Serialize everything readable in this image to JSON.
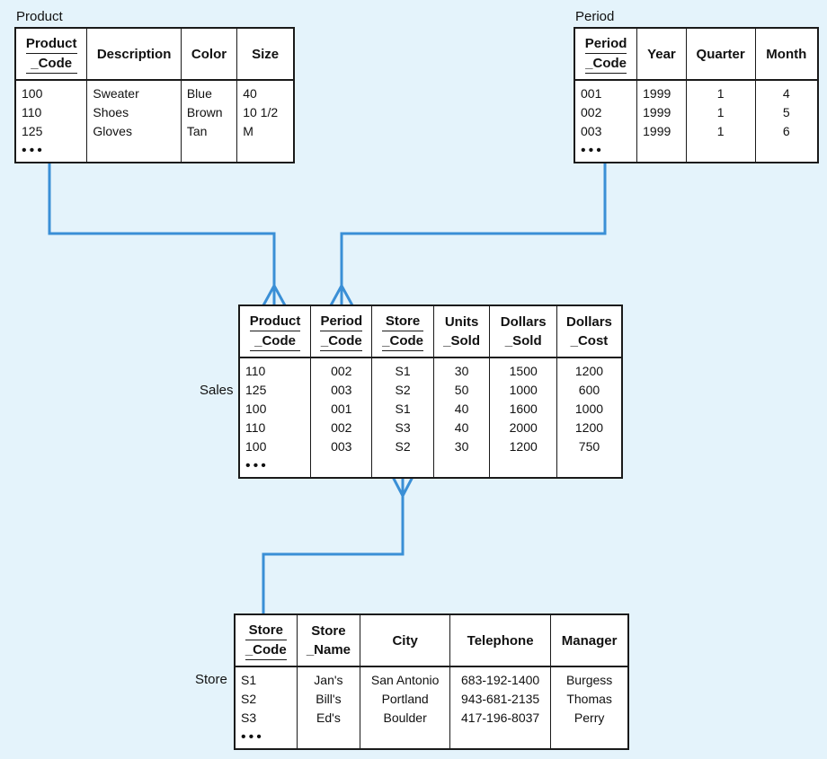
{
  "product": {
    "label": "Product",
    "headers": [
      {
        "l1": "Product",
        "l2": "_Code",
        "pk": true
      },
      {
        "l1": "Description",
        "l2": "",
        "pk": false
      },
      {
        "l1": "Color",
        "l2": "",
        "pk": false
      },
      {
        "l1": "Size",
        "l2": "",
        "pk": false
      }
    ],
    "rows": [
      [
        "100",
        "Sweater",
        "Blue",
        "40"
      ],
      [
        "110",
        "Shoes",
        "Brown",
        "10 1/2"
      ],
      [
        "125",
        "Gloves",
        "Tan",
        "M"
      ]
    ],
    "more": "•••"
  },
  "period": {
    "label": "Period",
    "headers": [
      {
        "l1": "Period",
        "l2": "_Code",
        "pk": true
      },
      {
        "l1": "Year",
        "l2": "",
        "pk": false
      },
      {
        "l1": "Quarter",
        "l2": "",
        "pk": false
      },
      {
        "l1": "Month",
        "l2": "",
        "pk": false
      }
    ],
    "rows": [
      [
        "001",
        "1999",
        "1",
        "4"
      ],
      [
        "002",
        "1999",
        "1",
        "5"
      ],
      [
        "003",
        "1999",
        "1",
        "6"
      ]
    ],
    "more": "•••"
  },
  "sales": {
    "label": "Sales",
    "headers": [
      {
        "l1": "Product",
        "l2": "_Code",
        "pk": true
      },
      {
        "l1": "Period",
        "l2": "_Code",
        "pk": true
      },
      {
        "l1": "Store",
        "l2": "_Code",
        "pk": true
      },
      {
        "l1": "Units",
        "l2": "_Sold",
        "pk": false
      },
      {
        "l1": "Dollars",
        "l2": "_Sold",
        "pk": false
      },
      {
        "l1": "Dollars",
        "l2": "_Cost",
        "pk": false
      }
    ],
    "rows": [
      [
        "110",
        "002",
        "S1",
        "30",
        "1500",
        "1200"
      ],
      [
        "125",
        "003",
        "S2",
        "50",
        "1000",
        "600"
      ],
      [
        "100",
        "001",
        "S1",
        "40",
        "1600",
        "1000"
      ],
      [
        "110",
        "002",
        "S3",
        "40",
        "2000",
        "1200"
      ],
      [
        "100",
        "003",
        "S2",
        "30",
        "1200",
        "750"
      ]
    ],
    "more": "•••"
  },
  "store": {
    "label": "Store",
    "headers": [
      {
        "l1": "Store",
        "l2": "_Code",
        "pk": true
      },
      {
        "l1": "Store",
        "l2": "_Name",
        "pk": false
      },
      {
        "l1": "City",
        "l2": "",
        "pk": false
      },
      {
        "l1": "Telephone",
        "l2": "",
        "pk": false
      },
      {
        "l1": "Manager",
        "l2": "",
        "pk": false
      }
    ],
    "rows": [
      [
        "S1",
        "Jan's",
        "San Antonio",
        "683-192-1400",
        "Burgess"
      ],
      [
        "S2",
        "Bill's",
        "Portland",
        "943-681-2135",
        "Thomas"
      ],
      [
        "S3",
        "Ed's",
        "Boulder",
        "417-196-8037",
        "Perry"
      ]
    ],
    "more": "•••"
  },
  "colors": {
    "background": "#e4f3fb",
    "connector": "#3a8fd6",
    "border": "#1a1a1a"
  }
}
